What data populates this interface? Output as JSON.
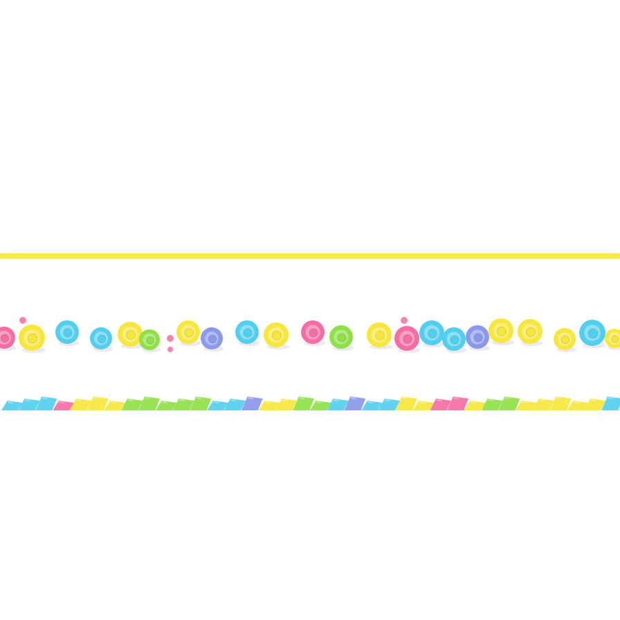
{
  "palette": {
    "background": "#ffffff",
    "stripe": "#f7ea45",
    "yellow": "#f7e63c",
    "cyan": "#52cfee",
    "pink": "#f46ea4",
    "green": "#8ee046",
    "lavender": "#8a99ea",
    "shadow": "#e9e4ec"
  },
  "ring_row": {
    "rings": [
      {
        "color": "pink"
      },
      {
        "color": "yellow"
      },
      {
        "color": "cyan"
      },
      {
        "color": "cyan"
      },
      {
        "color": "yellow"
      },
      {
        "color": "green"
      },
      {
        "color": "yellow"
      },
      {
        "color": "lavender"
      },
      {
        "color": "cyan"
      },
      {
        "color": "yellow"
      },
      {
        "color": "pink"
      },
      {
        "color": "green"
      },
      {
        "color": "yellow"
      },
      {
        "color": "pink"
      },
      {
        "color": "cyan"
      },
      {
        "color": "cyan"
      },
      {
        "color": "lavender"
      },
      {
        "color": "yellow"
      },
      {
        "color": "yellow"
      },
      {
        "color": "yellow"
      },
      {
        "color": "cyan"
      },
      {
        "color": "yellow"
      }
    ],
    "sprinkles": [
      {
        "color": "pink"
      },
      {
        "color": "pink"
      },
      {
        "color": "pink"
      },
      {
        "color": "pink"
      }
    ]
  },
  "chip_row": {
    "chips": [
      "cyan",
      "cyan",
      "cyan",
      "pink",
      "yellow",
      "yellow",
      "yellow",
      "green",
      "green",
      "green",
      "green",
      "green",
      "cyan",
      "cyan",
      "lavender",
      "yellow",
      "yellow",
      "green",
      "green",
      "cyan",
      "lavender",
      "cyan",
      "cyan",
      "yellow",
      "yellow",
      "pink",
      "pink",
      "yellow",
      "green",
      "green",
      "yellow",
      "yellow",
      "yellow",
      "yellow",
      "yellow",
      "cyan"
    ]
  }
}
